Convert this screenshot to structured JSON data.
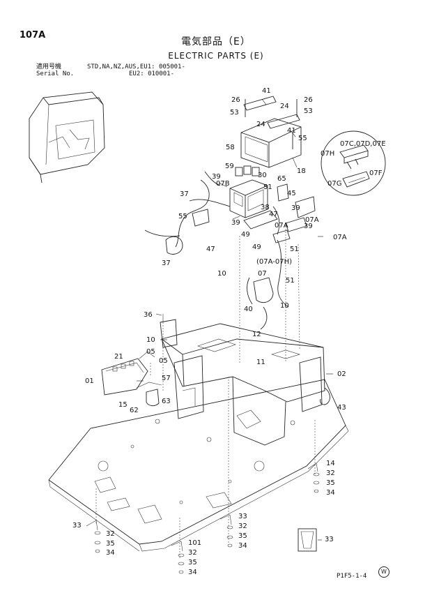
{
  "page": {
    "page_number": "107A",
    "title_jp": "電気部品（E）",
    "title_en": "ELECTRIC PARTS (E)",
    "applicable_models_label": "適用号機",
    "applicable_models_value": "STD,NA,NZ,AUS,EU1: 005001-",
    "serial_no_label": "Serial No.",
    "serial_no_value": "EU2: 010001-",
    "footer_code": "P1F5-1-4",
    "mark": "W"
  },
  "callouts": [
    "107A",
    "26",
    "41",
    "26",
    "53",
    "24",
    "53",
    "24",
    "41",
    "55",
    "58",
    "18",
    "07C,07D,07E",
    "07H",
    "07F",
    "07G",
    "59",
    "39",
    "30",
    "07B",
    "51",
    "65",
    "37",
    "45",
    "38",
    "47",
    "39",
    "55",
    "49",
    "07A",
    "39",
    "07A",
    "39",
    "49",
    "07A",
    "47",
    "(07A-07H)",
    "51",
    "37",
    "10",
    "07",
    "51",
    "40",
    "10",
    "36",
    "12",
    "10",
    "11",
    "21",
    "05",
    "05",
    "01",
    "57",
    "02",
    "15",
    "62",
    "63",
    "43",
    "14",
    "32",
    "35",
    "34",
    "33",
    "32",
    "35",
    "34",
    "33",
    "32",
    "35",
    "34",
    "33",
    "101",
    "32",
    "35",
    "34",
    "33"
  ]
}
